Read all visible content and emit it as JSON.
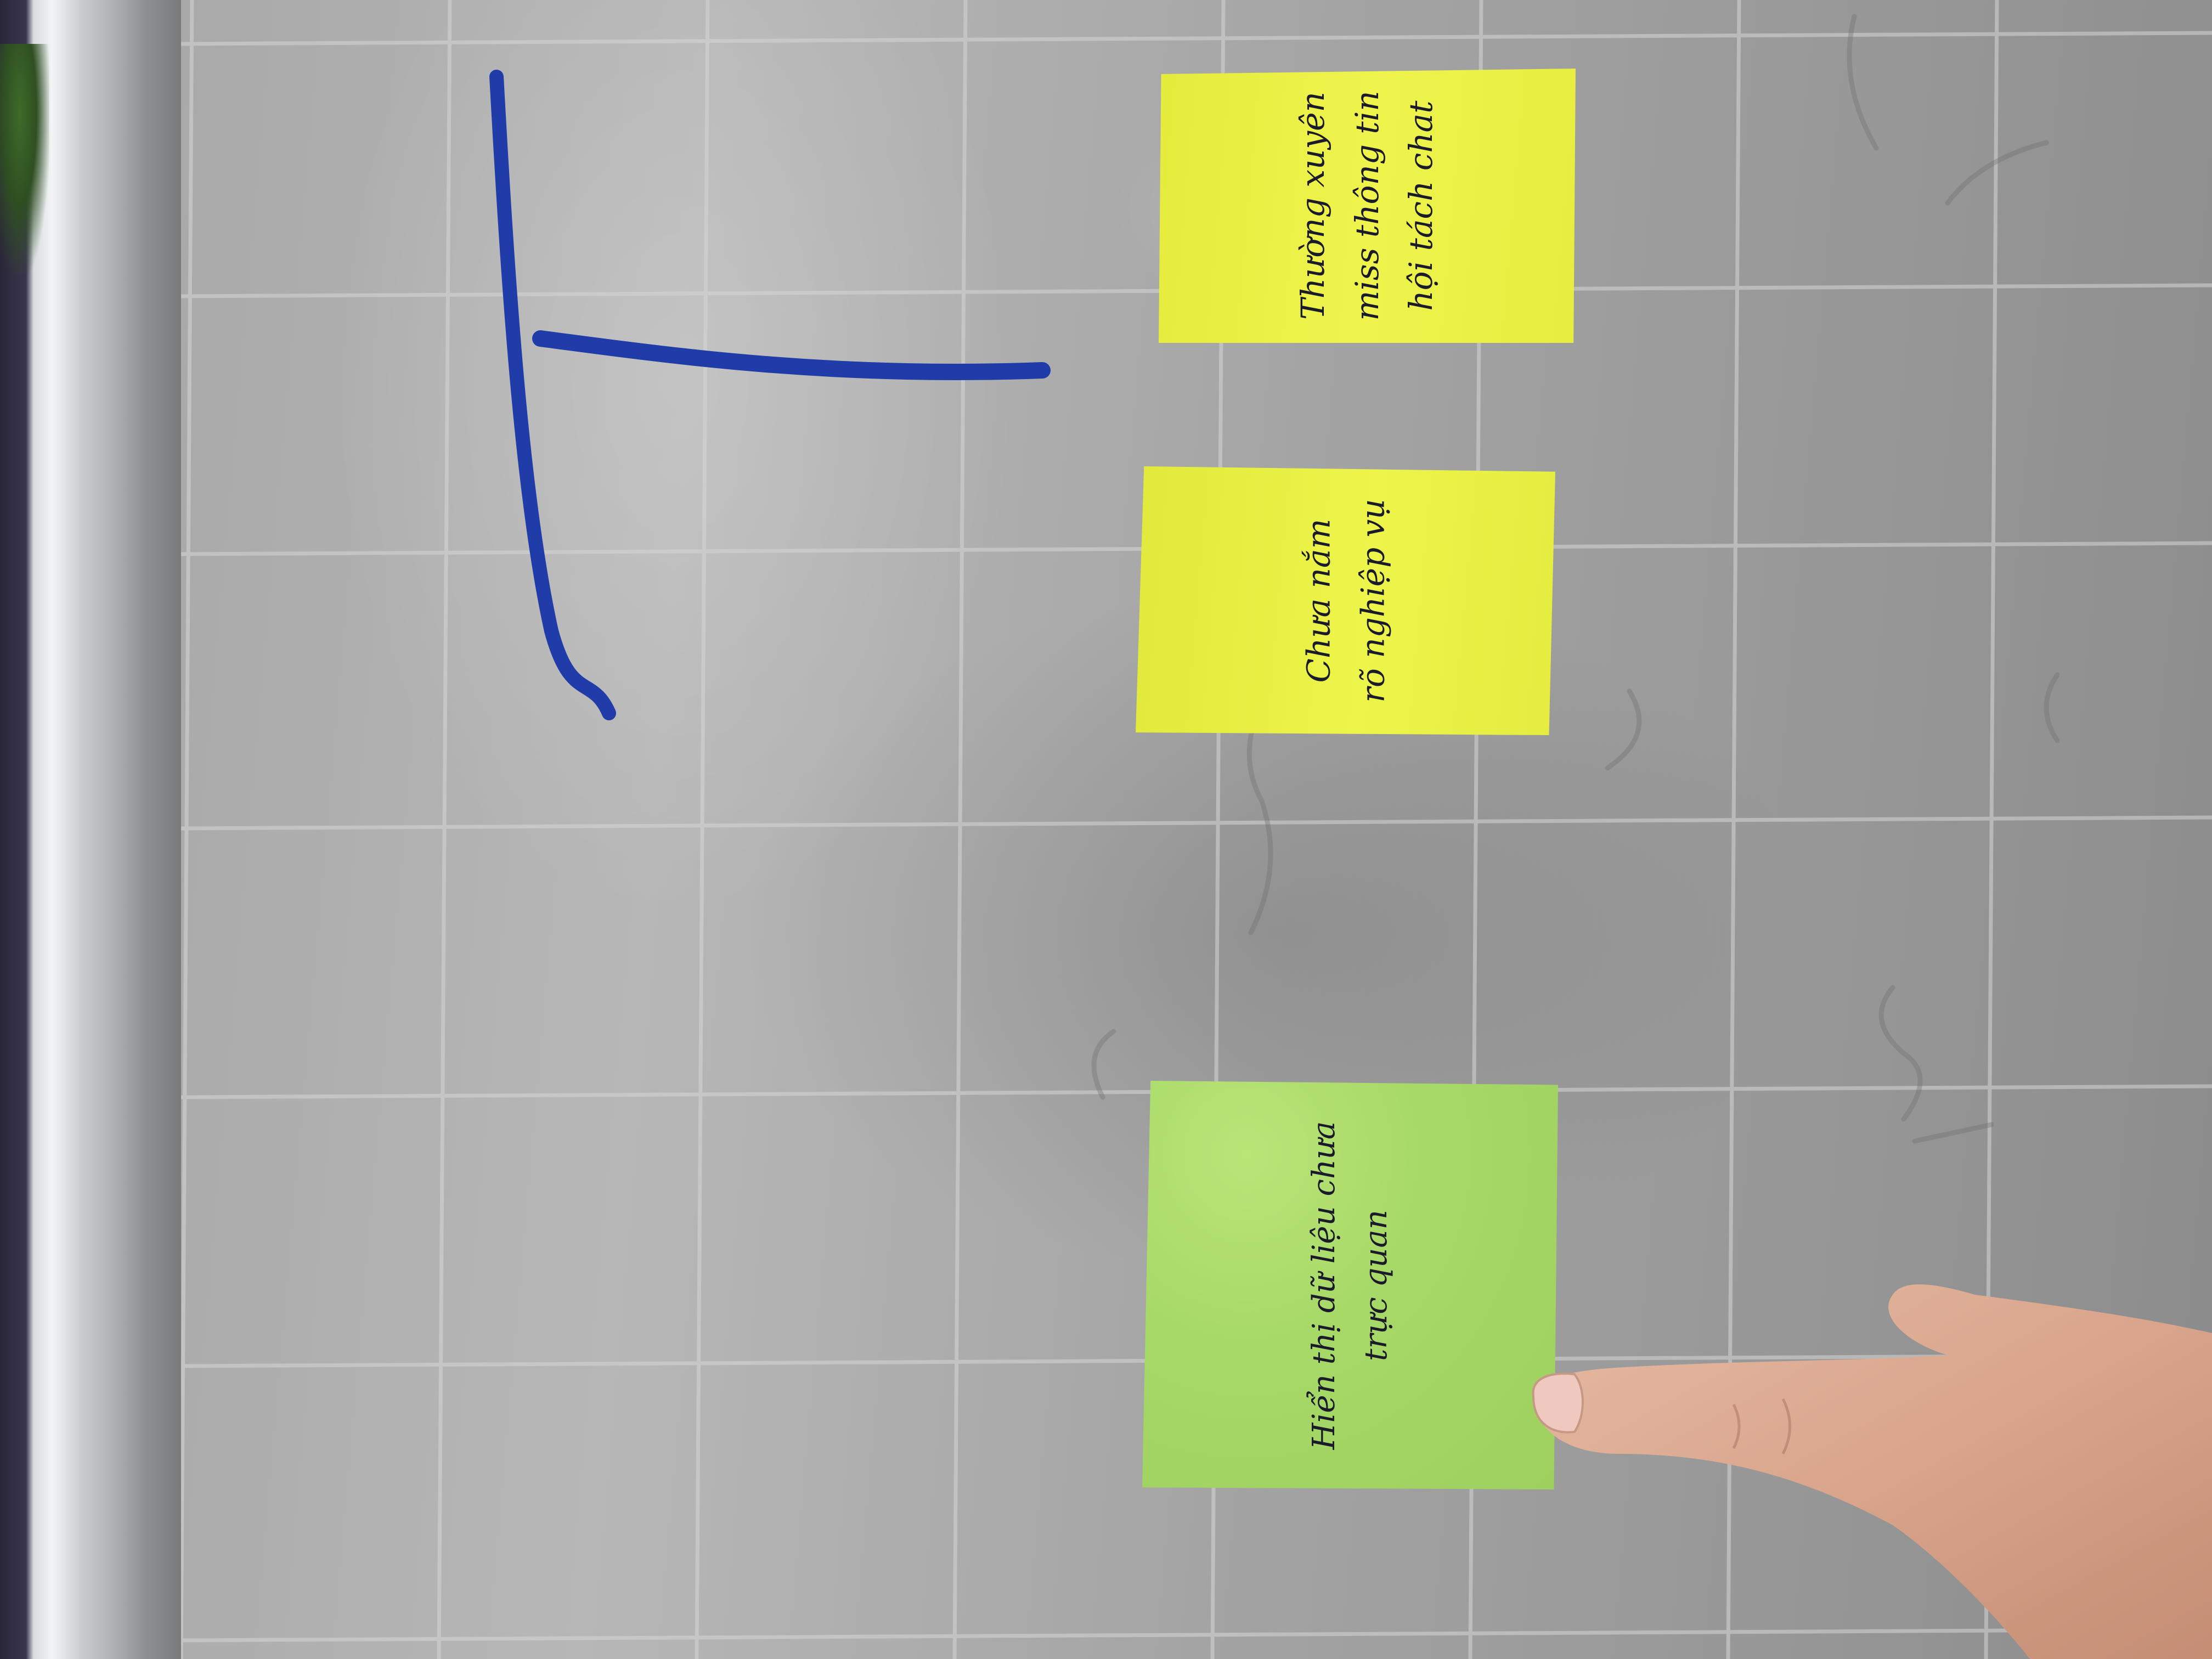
{
  "scene": {
    "board_color": "#a7a7a7",
    "marker_color": "#1f3ca8"
  },
  "notes": [
    {
      "color": "#ecf246",
      "lines": [
        "Thường xuyên",
        "miss thông tin",
        "hội tách chat"
      ]
    },
    {
      "color": "#eaf244",
      "lines": [
        "Chưa nắm",
        "rõ nghiệp vụ"
      ]
    },
    {
      "color": "#a8da68",
      "lines": [
        "Hiển thị dữ liệu chưa",
        "trực quan"
      ]
    }
  ]
}
